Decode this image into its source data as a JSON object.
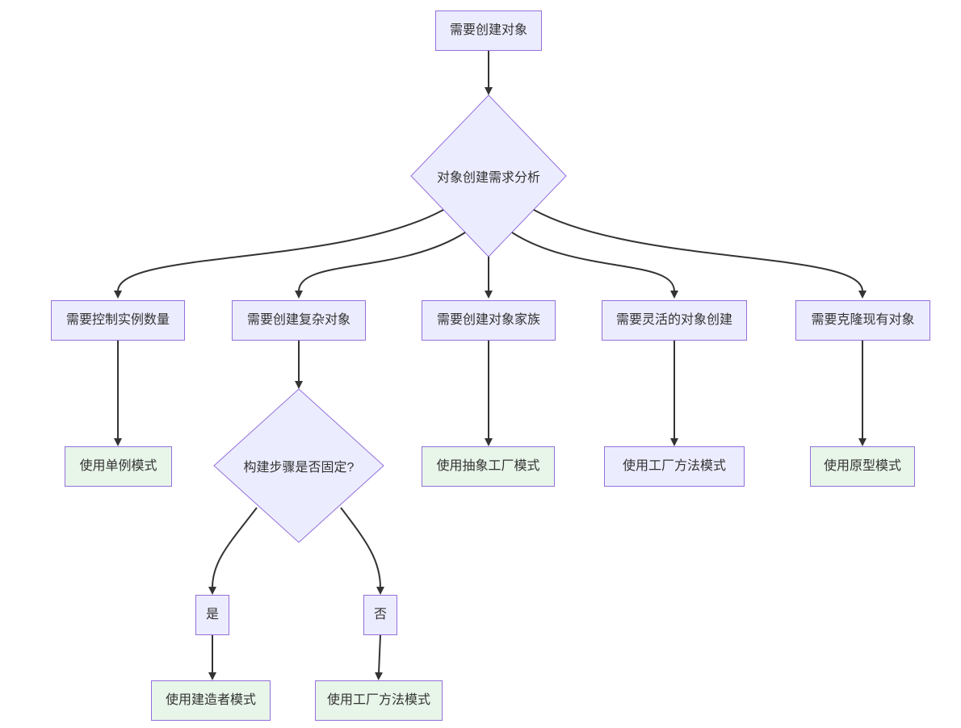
{
  "diagram_type": "flowchart-decision-tree",
  "nodes": {
    "start": {
      "label": "需要创建对象"
    },
    "decision_analysis": {
      "label": "对象创建需求分析"
    },
    "need_instance_control": {
      "label": "需要控制实例数量"
    },
    "need_complex_object": {
      "label": "需要创建复杂对象"
    },
    "need_object_family": {
      "label": "需要创建对象家族"
    },
    "need_flexible_creation": {
      "label": "需要灵活的对象创建"
    },
    "need_clone_existing": {
      "label": "需要克隆现有对象"
    },
    "use_singleton": {
      "label": "使用单例模式"
    },
    "decision_build_steps": {
      "label": "构建步骤是否固定?"
    },
    "use_abstract_factory": {
      "label": "使用抽象工厂模式"
    },
    "use_factory_method_flexible": {
      "label": "使用工厂方法模式"
    },
    "use_prototype": {
      "label": "使用原型模式"
    },
    "yes": {
      "label": "是"
    },
    "no": {
      "label": "否"
    },
    "use_builder": {
      "label": "使用建造者模式"
    },
    "use_factory_method_fixed_no": {
      "label": "使用工厂方法模式"
    }
  },
  "colors": {
    "node_fill": "#ECECFF",
    "node_border": "#9370DB",
    "result_fill": "#E8F5E9",
    "edge": "#333333",
    "text": "#333333",
    "background": "#FFFFFF"
  }
}
